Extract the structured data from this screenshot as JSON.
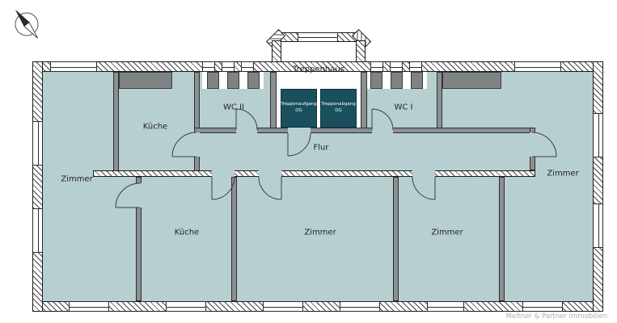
{
  "plan": {
    "staircase": {
      "hall_label": "Treppenhaus",
      "stair_up_label": "Treppenaufgang OG",
      "stair_down_label": "Treppenabgang OG"
    },
    "rooms": [
      {
        "key": "zimmer-left",
        "label": "Zimmer"
      },
      {
        "key": "kueche-top",
        "label": "Küche"
      },
      {
        "key": "wc-2",
        "label": "WC II"
      },
      {
        "key": "wc-1",
        "label": "WC I"
      },
      {
        "key": "flur",
        "label": "Flur"
      },
      {
        "key": "kueche-bottom",
        "label": "Küche"
      },
      {
        "key": "zimmer-bottom-center",
        "label": "Zimmer"
      },
      {
        "key": "zimmer-bottom-right",
        "label": "Zimmer"
      },
      {
        "key": "zimmer-east",
        "label": "Zimmer"
      }
    ],
    "watermark": "Meltner & Partner Immobilien",
    "colors": {
      "room_fill": "#b8cfd1",
      "stair_fill": "#1a4f5e",
      "wall_gray": "#8a9093"
    }
  }
}
